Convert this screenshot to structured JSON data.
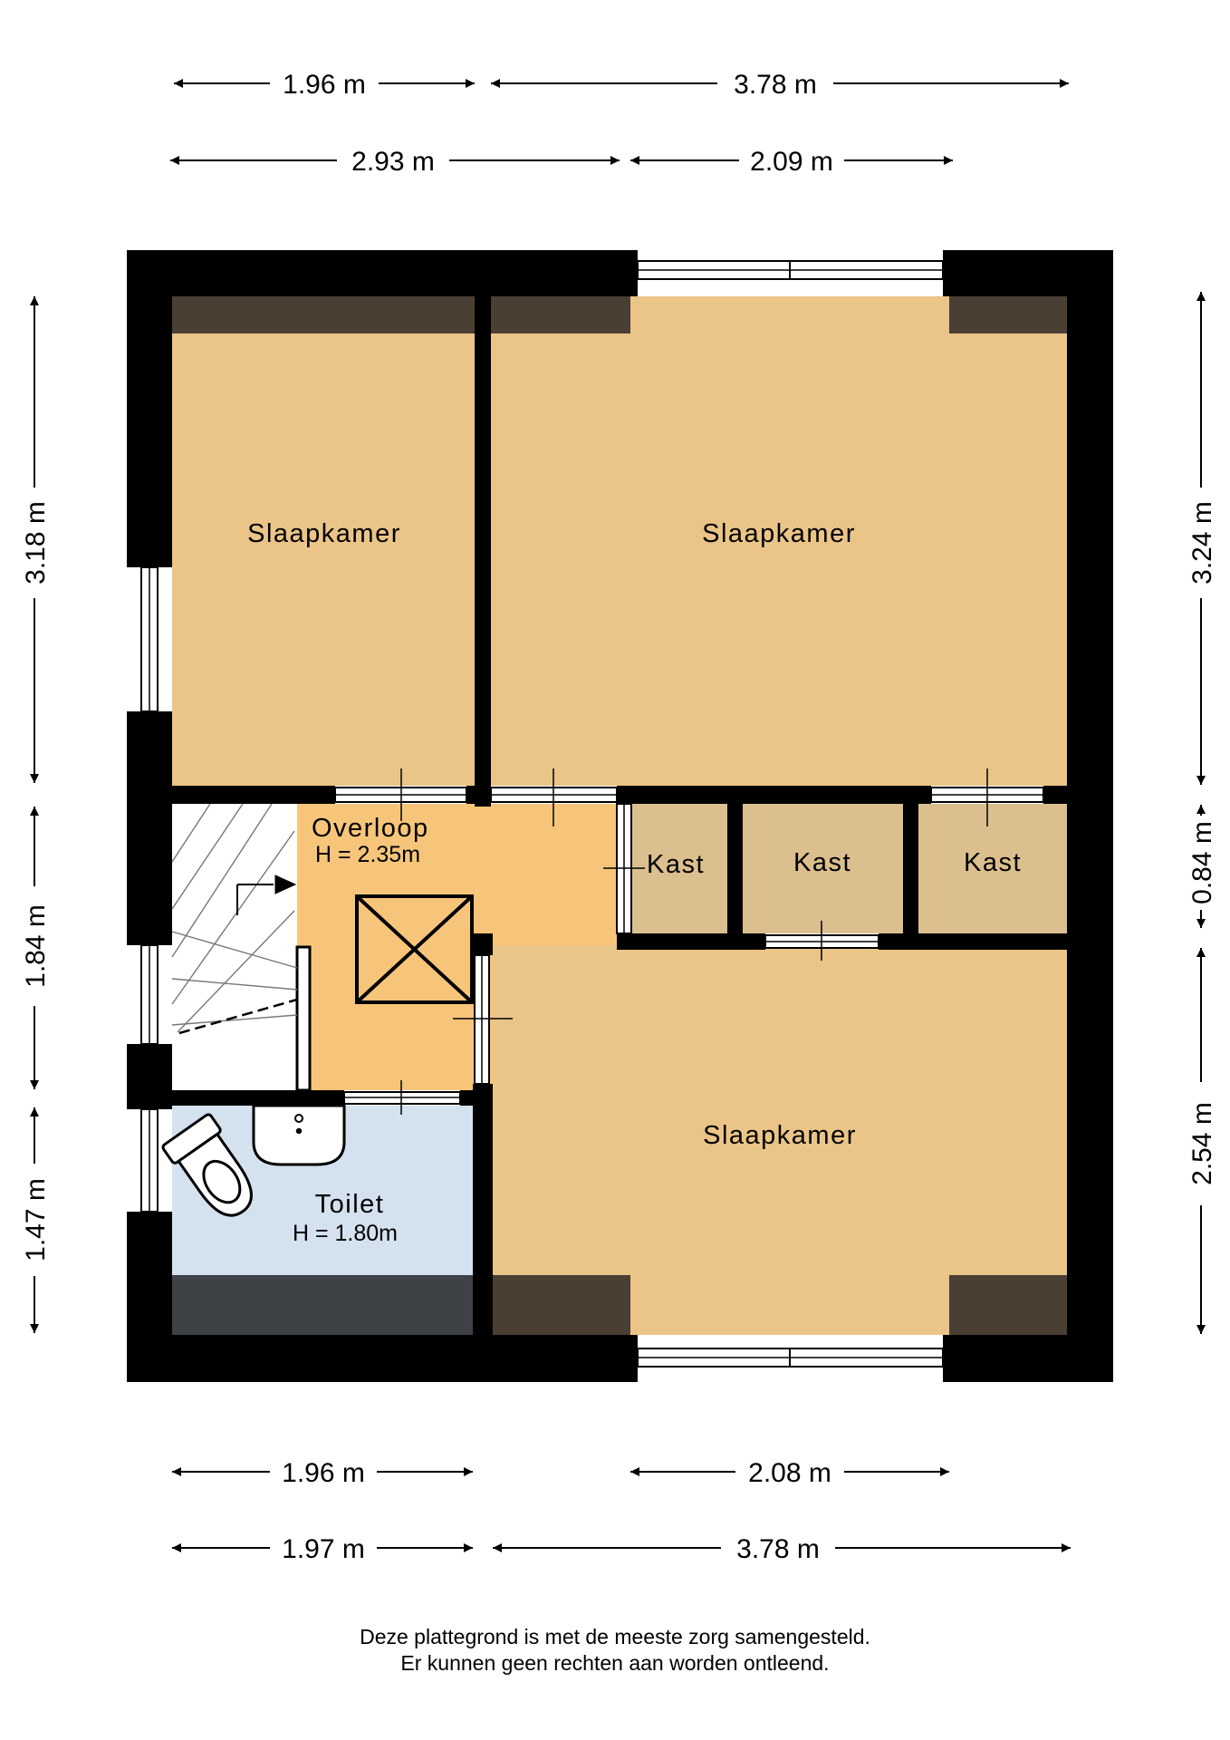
{
  "colors": {
    "bedroom": "#ebc488",
    "landing": "#f7c57a",
    "closet": "#dbbf8f",
    "toilet": "#d4e1ee",
    "wall": "#000000",
    "roof_slope_dark": "#4a3f33",
    "roof_slope_toilet": "#3e4145",
    "window": "#ffffff"
  },
  "dimensions": {
    "top_row_1": [
      "1.96 m",
      "3.78 m"
    ],
    "top_row_2": [
      "2.93 m",
      "2.09 m"
    ],
    "bottom_row_1": [
      "1.96 m",
      "2.08 m"
    ],
    "bottom_row_2": [
      "1.97 m",
      "3.78 m"
    ],
    "left": [
      "3.18 m",
      "1.84 m",
      "1.47 m"
    ],
    "right": [
      "3.24 m",
      "0.84 m",
      "2.54 m"
    ]
  },
  "rooms": {
    "bedroom_top_left": {
      "label": "Slaapkamer"
    },
    "bedroom_top_right": {
      "label": "Slaapkamer"
    },
    "bedroom_bottom_right": {
      "label": "Slaapkamer"
    },
    "landing": {
      "label": "Overloop",
      "height": "H = 2.35m"
    },
    "closet_1": {
      "label": "Kast"
    },
    "closet_2": {
      "label": "Kast"
    },
    "closet_3": {
      "label": "Kast"
    },
    "toilet": {
      "label": "Toilet",
      "height": "H = 1.80m"
    }
  },
  "icons": [
    "staircase-icon",
    "hatch-icon",
    "toilet-bowl-icon",
    "washbasin-icon"
  ],
  "footer": {
    "line1": "Deze plattegrond is met de meeste zorg samengesteld.",
    "line2": "Er kunnen geen rechten aan worden ontleend."
  }
}
